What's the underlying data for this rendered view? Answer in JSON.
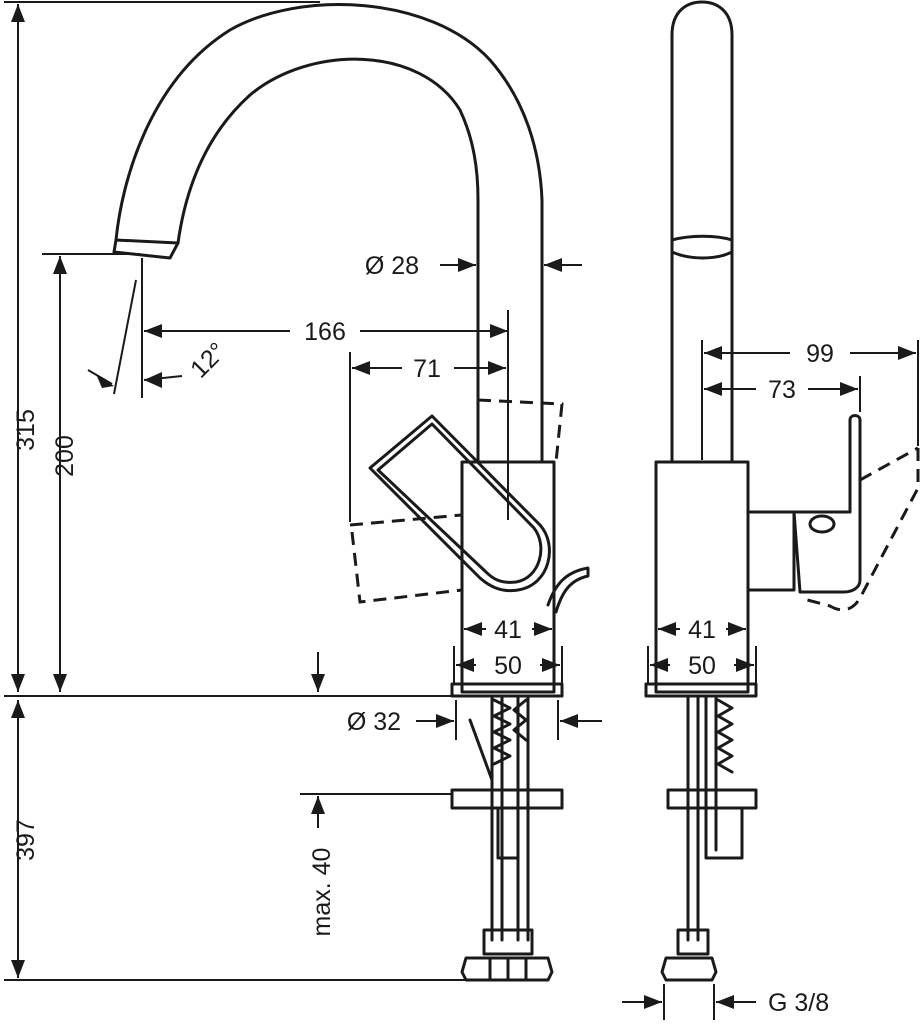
{
  "dimensions": {
    "height_total": "315",
    "height_below_deck": "397",
    "spout_height": "200",
    "spout_reach": "166",
    "handle_reach": "71",
    "spout_diameter": "Ø 28",
    "swivel_angle": "12°",
    "base_41_front": "41",
    "base_50_front": "50",
    "base_41_side": "41",
    "base_50_side": "50",
    "hole_diameter": "Ø 32",
    "max_deck": "max. 40",
    "side_reach_99": "99",
    "side_reach_73": "73",
    "connection": "G 3/8"
  }
}
